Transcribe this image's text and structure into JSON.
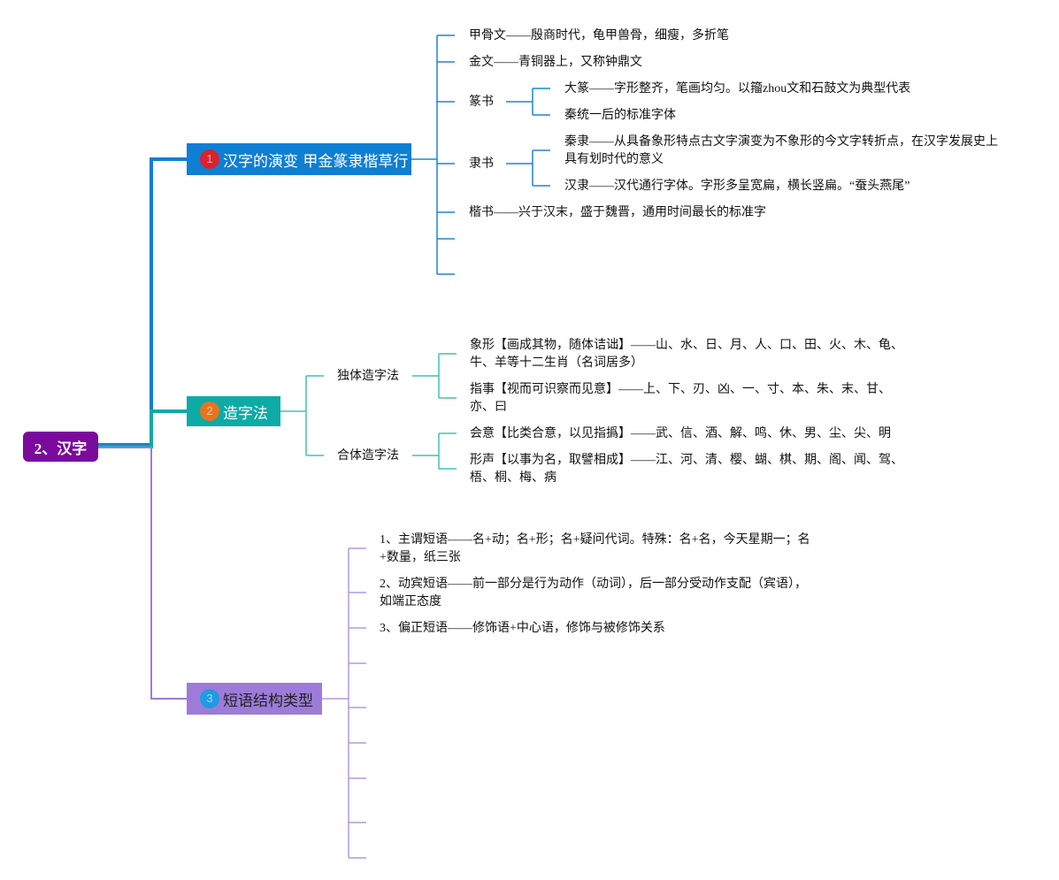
{
  "root": {
    "label": "2、汉字"
  },
  "branches": [
    {
      "num": "1",
      "num_color": "#d9232e",
      "color": "#0e7fd3",
      "label": "汉字的演变 甲金篆隶楷草行",
      "children": [
        {
          "text": "甲骨文——殷商时代，龟甲兽骨，细瘦，多折笔"
        },
        {
          "text": "金文——青铜器上，又称钟鼎文"
        },
        {
          "text": "篆书",
          "children": [
            {
              "text": "大篆——字形整齐，笔画均匀。以籀zhou文和石鼓文为典型代表"
            },
            {
              "text": "秦统一后的标准字体"
            }
          ]
        },
        {
          "text": "隶书",
          "children": [
            {
              "text": "秦隶——从具备象形特点古文字演变为不象形的今文字转折点，在汉字发展史上具有划时代的意义"
            },
            {
              "text": "汉隶——汉代通行字体。字形多呈宽扁，横长竖扁。“蚕头燕尾”"
            }
          ]
        },
        {
          "text": "楷书——兴于汉末，盛于魏晋，通用时间最长的标准字"
        },
        {
          "text": ""
        },
        {
          "text": ""
        }
      ]
    },
    {
      "num": "2",
      "num_color": "#e8741e",
      "color": "#0eaaa6",
      "label": "造字法",
      "children": [
        {
          "text": "独体造字法",
          "children": [
            {
              "text": "象形【画成其物，随体诘诎】——山、水、日、月、人、口、田、火、木、龟、牛、羊等十二生肖（名词居多）"
            },
            {
              "text": "指事【视而可识察而见意】——上、下、刃、凶、一、寸、本、朱、末、甘、亦、曰"
            }
          ]
        },
        {
          "text": "合体造字法",
          "children": [
            {
              "text": "会意【比类合意，以见指撝】——武、信、酒、解、鸣、休、男、尘、尖、明"
            },
            {
              "text": "形声【以事为名，取譬相成】——江、河、清、樱、蝴、棋、期、阁、闻、驾、梧、桐、梅、病"
            }
          ]
        }
      ]
    },
    {
      "num": "3",
      "num_color": "#1e9be3",
      "color": "#9d7bd8",
      "label": "短语结构类型",
      "children": [
        {
          "text": "1、主谓短语——名+动；名+形；名+疑问代词。特殊：名+名，今天星期一；名+数量，纸三张"
        },
        {
          "text": "2、动宾短语——前一部分是行为动作（动词），后一部分受动作支配（宾语），如端正态度"
        },
        {
          "text": "3、偏正短语——修饰语+中心语，修饰与被修饰关系"
        },
        {
          "text": ""
        },
        {
          "text": ""
        },
        {
          "text": ""
        },
        {
          "text": ""
        },
        {
          "text": ""
        },
        {
          "text": ""
        }
      ]
    }
  ]
}
